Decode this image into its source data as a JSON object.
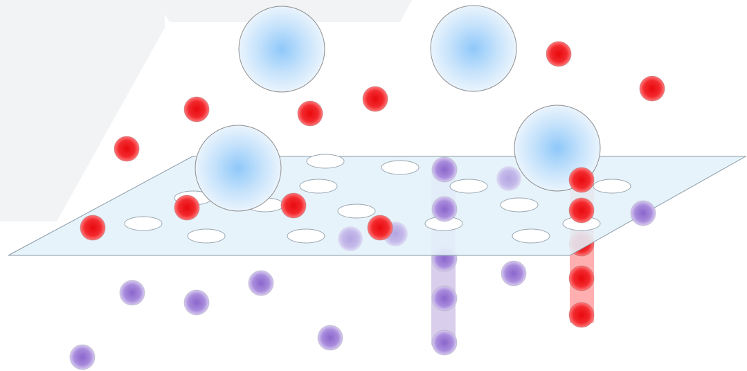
{
  "colors": {
    "background": "#ffffff",
    "backdrop_panel": "#f2f3f4",
    "membrane_fill": "#e4f1fa",
    "membrane_stroke": "#8a9aa6",
    "pore_fill": "#ffffff",
    "pore_stroke": "#9aa6b0",
    "large_particle": "#8fc8fa",
    "red_particle": "#f2171b",
    "purple_particle": "#9a79d4",
    "red_channel": "#ff6e6e",
    "purple_channel": "#b9a6dc"
  },
  "particle_types": {
    "large": "large-particle",
    "red": "red-particle",
    "purple": "purple-particle"
  },
  "particle_counts": {
    "large": 4,
    "red": 17,
    "purple": 17
  },
  "membrane": {
    "pore_count": 19,
    "channel_count": 2
  }
}
